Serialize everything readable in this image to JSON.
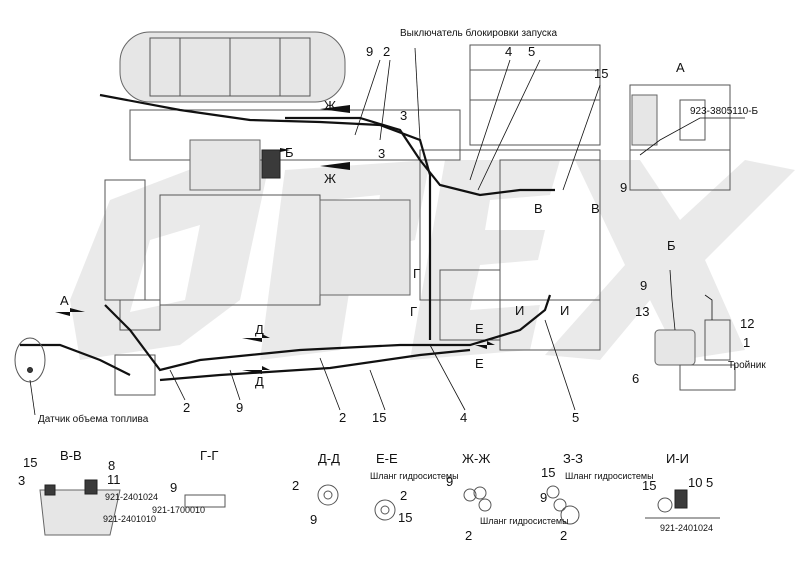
{
  "diagram": {
    "top_label": "Выключатель блокировки запуска",
    "view_a_label": "А",
    "part_923": "923-3805110-Б",
    "view_b_label": "Б",
    "troynik": "Тройник",
    "sensor_label": "Датчик объема топлива",
    "arrow_a": "А",
    "sections": {
      "vv": "В-В",
      "gg": "Г-Г",
      "dd": "Д-Д",
      "ee": "Е-Е",
      "zhzh": "Ж-Ж",
      "zz": "З-З",
      "ii": "И-И"
    },
    "hose_label": "Шланг гидросистемы",
    "parts": {
      "p921_2401024": "921-2401024",
      "p921_2401010": "921-2401010",
      "p921_1700010": "921-1700010"
    },
    "callouts": {
      "n9": "9",
      "n2": "2",
      "n3": "3",
      "n4": "4",
      "n5": "5",
      "n15": "15",
      "n13": "13",
      "n12": "12",
      "n1": "1",
      "n6": "6",
      "n8": "8",
      "n11": "11",
      "n10": "10"
    },
    "cut_letters": {
      "zh": "Ж",
      "b": "Б",
      "v": "В",
      "g": "Г",
      "d": "Д",
      "e": "Е",
      "i": "И"
    }
  }
}
